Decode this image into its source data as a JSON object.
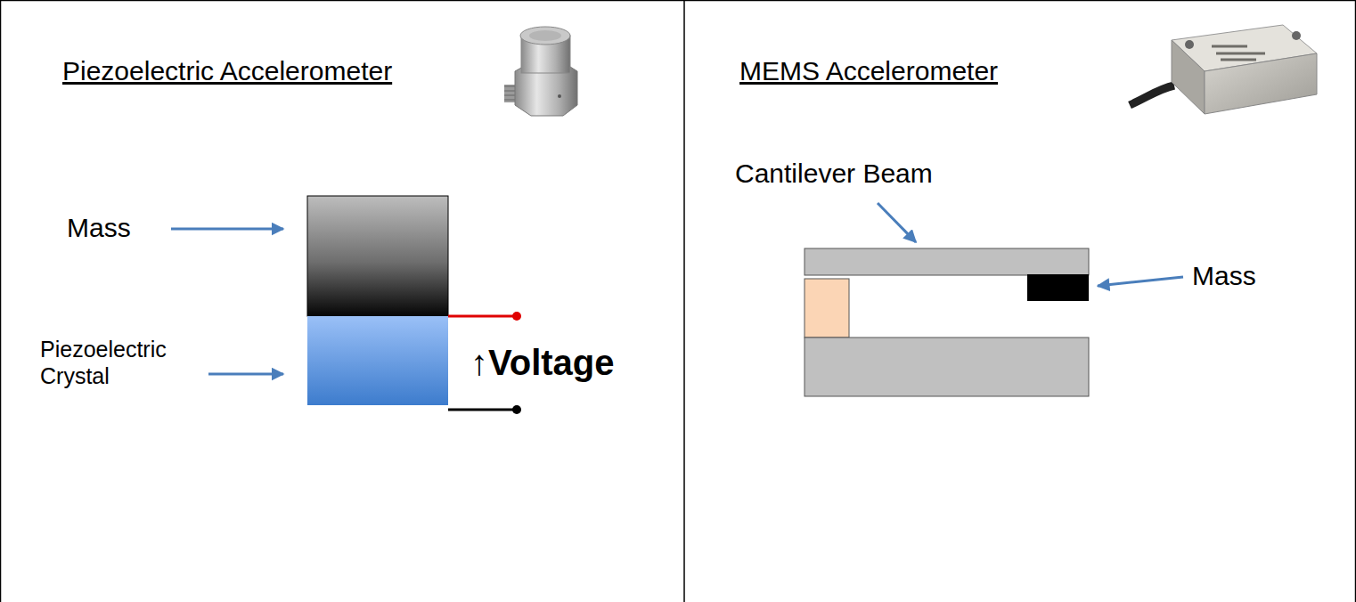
{
  "diagram": {
    "labels": [
      "Piezoelectric Accelerometer",
      "Mass",
      "Piezoelectric Crystal",
      "↑Voltage",
      "MEMS Accelerometer",
      "Cantilever Beam",
      "Mass"
    ]
  }
}
